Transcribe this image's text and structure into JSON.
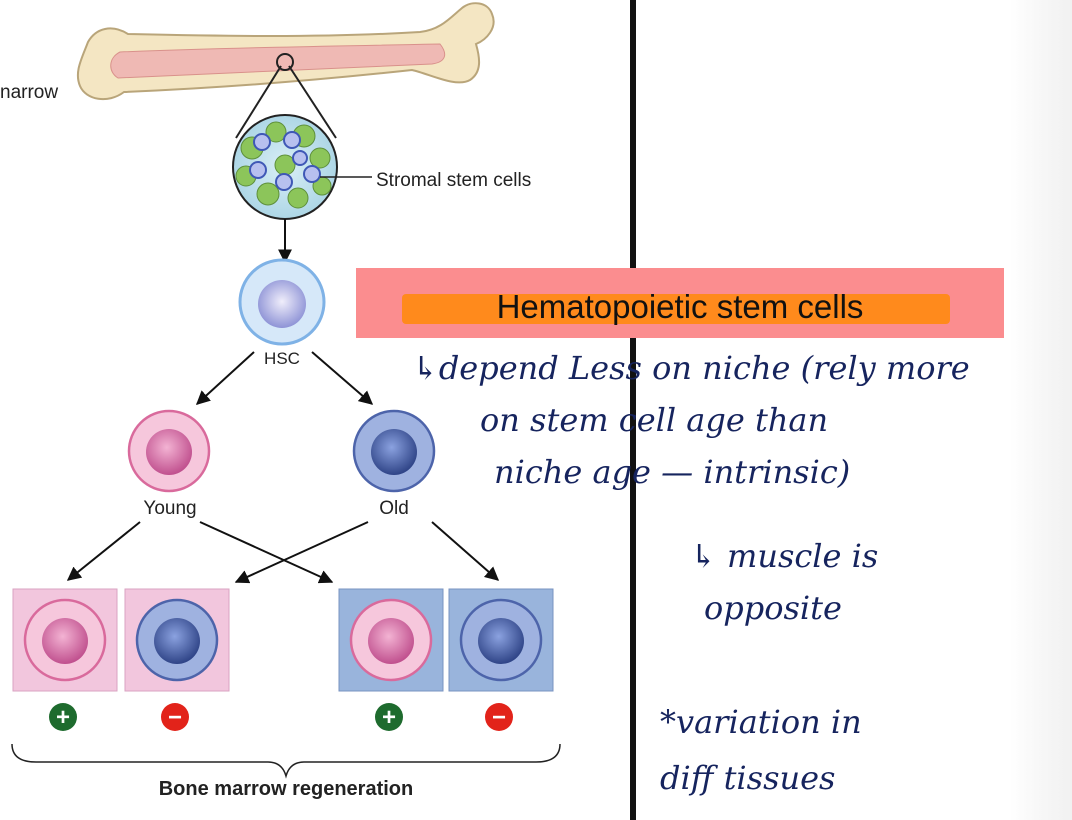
{
  "diagram": {
    "labels": {
      "marrow": "narrow",
      "stromal": "Stromal stem cells",
      "hsc": "HSC",
      "young": "Young",
      "old": "Old",
      "regeneration": "Bone marrow regeneration"
    },
    "outcomes": [
      "+",
      "−",
      "+",
      "−"
    ],
    "colors": {
      "young_cell": "#e07fb3",
      "old_cell": "#4f6bb8",
      "young_niche": "#f2c6dd",
      "old_niche": "#99b4dc",
      "plus": "#1e6b2e",
      "minus": "#e2231a"
    }
  },
  "highlight": {
    "title": "Hematopoietic stem cells"
  },
  "notes": {
    "line1": "↳depend Less on niche (rely more",
    "line2": "on stem cell age than",
    "line3": "niche age — intrinsic)",
    "line4": "↳ muscle is",
    "line5": "opposite",
    "line6": "*variation in",
    "line7": "diff tissues"
  }
}
